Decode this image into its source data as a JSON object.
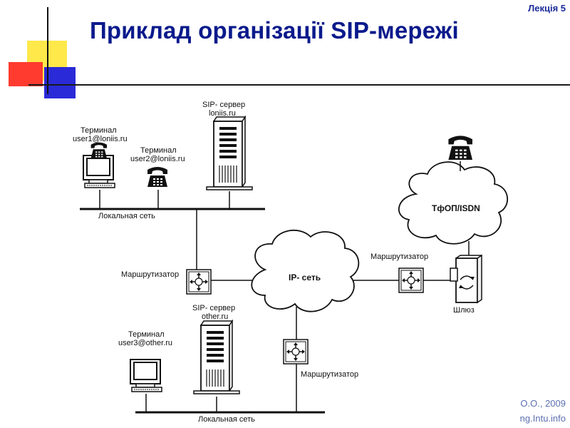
{
  "header": {
    "lecture": "Лекція 5",
    "title": "Приклад організації SIP-мережі"
  },
  "footer": {
    "line1": "О.О., 2009",
    "line2": "ng.Intu.info"
  },
  "diagram": {
    "terminal1": [
      "Терминал",
      "user1@loniis.ru"
    ],
    "terminal2": [
      "Терминал",
      "user2@loniis.ru"
    ],
    "sip_server1": [
      "SIP- сервер",
      "loniis.ru"
    ],
    "lan1": "Локальная сеть",
    "router_left": "Маршрутизатор",
    "ip_network": "IP- сеть",
    "router_right": "Маршрутизатор",
    "pstn": "ТфОП/ISDN",
    "gateway": "Шлюз",
    "sip_server2": [
      "SIP- сервер",
      "other.ru"
    ],
    "terminal3": [
      "Терминал",
      "user3@other.ru"
    ],
    "router_bottom": "Маршрутизатор",
    "lan2": "Локальная сеть"
  },
  "colors": {
    "title": "#0a1a8c",
    "deco_yellow": "#ffe94a",
    "deco_red": "#ff3b2f",
    "deco_blue": "#2a2ad8",
    "footer": "#5c6fb0"
  }
}
